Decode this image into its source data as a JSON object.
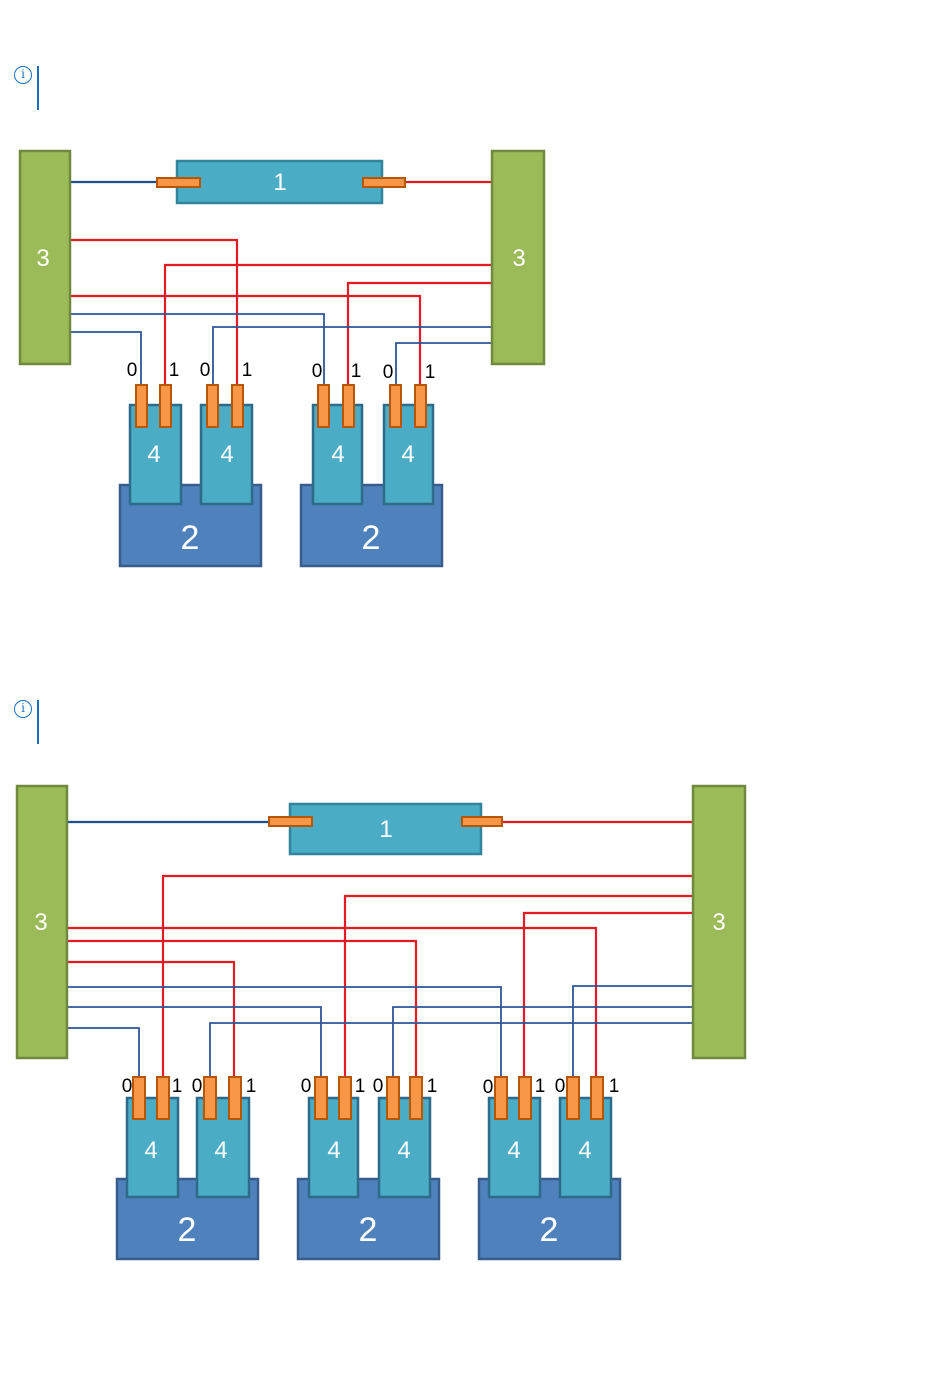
{
  "notes": [
    {
      "icon": "info-icon",
      "glyph": "i"
    },
    {
      "icon": "info-icon",
      "glyph": "i"
    }
  ],
  "colors": {
    "switch_green": "#9bbb59",
    "switch_border": "#71893f",
    "cable_teal": "#4bacc6",
    "cable_border": "#31849b",
    "module_teal": "#4bacc6",
    "module_border": "#2e6b8a",
    "enclosure_blue": "#4f81bd",
    "enclosure_border": "#385d8a",
    "port_orange": "#f79646",
    "port_border": "#b65708",
    "red_wire": "#e31b23",
    "blue_wire": "#1f4e8c",
    "thin_blue_wire": "#2f5597"
  },
  "diagram1": {
    "cable_label": "1",
    "switch_left_label": "3",
    "switch_right_label": "3",
    "enclosures": [
      {
        "label": "2",
        "modules": [
          {
            "label": "4",
            "port0": "0",
            "port1": "1"
          },
          {
            "label": "4",
            "port0": "0",
            "port1": "1"
          }
        ]
      },
      {
        "label": "2",
        "modules": [
          {
            "label": "4",
            "port0": "0",
            "port1": "1"
          },
          {
            "label": "4",
            "port0": "0",
            "port1": "1"
          }
        ]
      }
    ]
  },
  "diagram2": {
    "cable_label": "1",
    "switch_left_label": "3",
    "switch_right_label": "3",
    "enclosures": [
      {
        "label": "2",
        "modules": [
          {
            "label": "4",
            "port0": "0",
            "port1": "1"
          },
          {
            "label": "4",
            "port0": "0",
            "port1": "1"
          }
        ]
      },
      {
        "label": "2",
        "modules": [
          {
            "label": "4",
            "port0": "0",
            "port1": "1"
          },
          {
            "label": "4",
            "port0": "0",
            "port1": "1"
          }
        ]
      },
      {
        "label": "2",
        "modules": [
          {
            "label": "4",
            "port0": "0",
            "port1": "1"
          },
          {
            "label": "4",
            "port0": "0",
            "port1": "1"
          }
        ]
      }
    ]
  }
}
